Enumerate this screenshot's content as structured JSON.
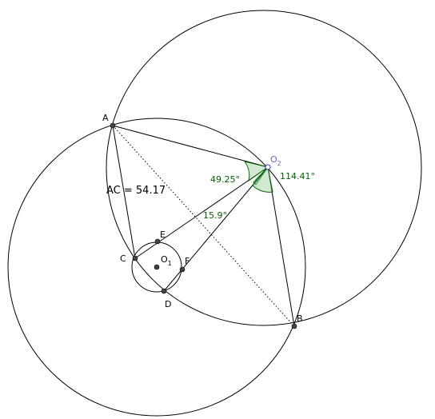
{
  "figure": {
    "measurement": "AC = 54.17",
    "points": [
      {
        "id": "A",
        "label": "A",
        "sub": ""
      },
      {
        "id": "B",
        "label": "B",
        "sub": ""
      },
      {
        "id": "C",
        "label": "C",
        "sub": ""
      },
      {
        "id": "D",
        "label": "D",
        "sub": ""
      },
      {
        "id": "E",
        "label": "E",
        "sub": ""
      },
      {
        "id": "F",
        "label": "F",
        "sub": ""
      },
      {
        "id": "O1",
        "label": "O",
        "sub": "1"
      },
      {
        "id": "O2",
        "label": "O",
        "sub": "2"
      }
    ],
    "angles": [
      {
        "id": "angle-AO2E",
        "text": "49.25°"
      },
      {
        "id": "angle-EO2F",
        "text": "15.9°"
      },
      {
        "id": "angle-FO2B",
        "text": "114.41°"
      }
    ],
    "colors": {
      "stroke": "#000000",
      "angle_text": "#006400",
      "angle_fill": "#99cc99",
      "center_label": "#6666cc"
    }
  }
}
